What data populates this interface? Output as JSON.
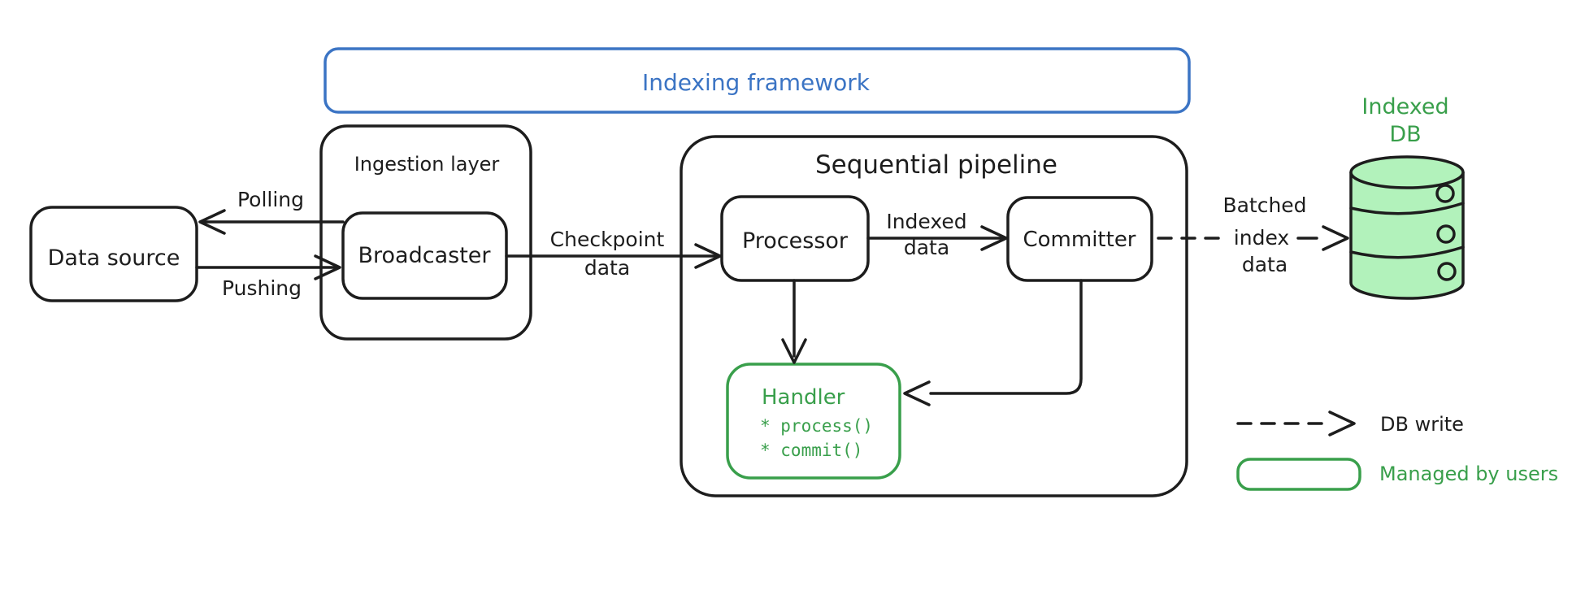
{
  "colors": {
    "blue": "#3b74c4",
    "green": "#399f4b",
    "green-fill": "#b2f2bb",
    "black": "#1d1d1d",
    "background": "#ffffff"
  },
  "frame": {
    "title": "Indexing framework"
  },
  "nodes": {
    "data_source": "Data source",
    "ingestion_layer": "Ingestion layer",
    "broadcaster": "Broadcaster",
    "sequential_pipeline": "Sequential pipeline",
    "processor": "Processor",
    "committer": "Committer",
    "handler": {
      "title": "Handler",
      "method_process": "* process()",
      "method_commit": "* commit()"
    },
    "indexed_db": {
      "line1": "Indexed",
      "line2": "DB"
    }
  },
  "edges": {
    "polling": "Polling",
    "pushing": "Pushing",
    "checkpoint": {
      "line1": "Checkpoint",
      "line2": "data"
    },
    "indexed_data": {
      "line1": "Indexed",
      "line2": "data"
    },
    "batched_index": {
      "line1": "Batched",
      "line2": "index",
      "line3": "data"
    }
  },
  "legend": {
    "db_write": "DB write",
    "managed_by_users": "Managed by users"
  }
}
